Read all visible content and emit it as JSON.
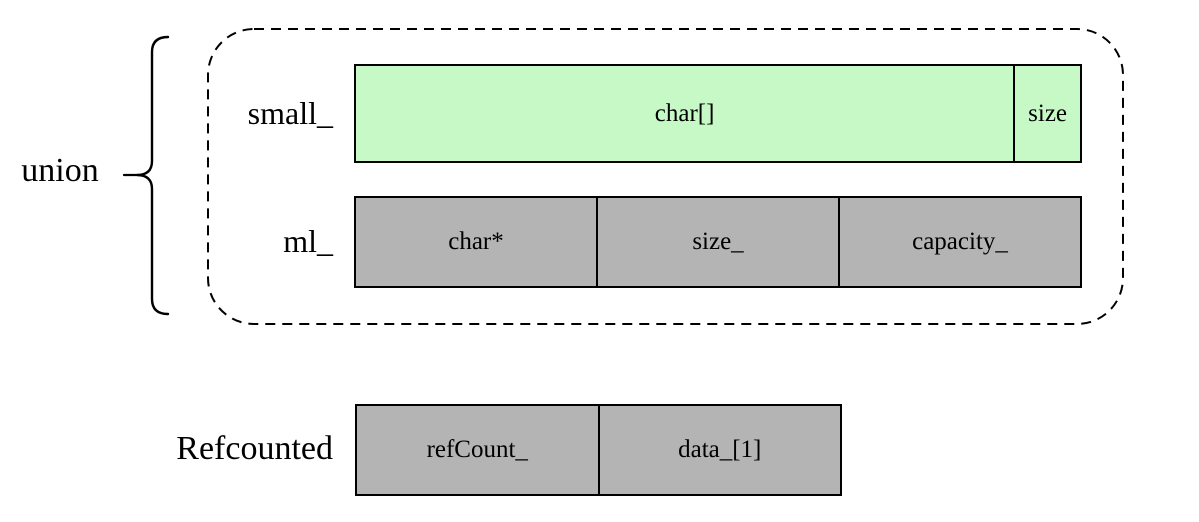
{
  "union": {
    "label": "union"
  },
  "rows": {
    "small": {
      "label": "small_",
      "char_array": "char[]",
      "size": "size"
    },
    "ml": {
      "label": "ml_",
      "char_ptr": "char*",
      "size": "size_",
      "capacity": "capacity_"
    },
    "refcounted": {
      "label": "Refcounted",
      "refcount": "refCount_",
      "data": "data_[1]"
    }
  },
  "colors": {
    "small_fill": "#c7f9c7",
    "ml_fill": "#b4b4b4",
    "refcounted_fill": "#b4b4b4",
    "outline": "#000000"
  }
}
